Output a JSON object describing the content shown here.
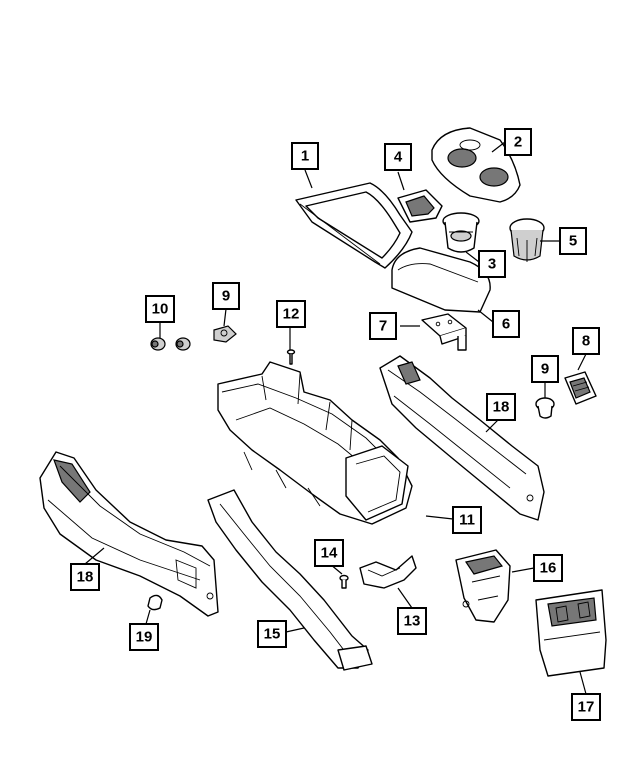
{
  "diagram": {
    "callouts": [
      {
        "id": "c1",
        "label": "1"
      },
      {
        "id": "c2",
        "label": "2"
      },
      {
        "id": "c3",
        "label": "3"
      },
      {
        "id": "c4",
        "label": "4"
      },
      {
        "id": "c5",
        "label": "5"
      },
      {
        "id": "c6",
        "label": "6"
      },
      {
        "id": "c7",
        "label": "7"
      },
      {
        "id": "c8",
        "label": "8"
      },
      {
        "id": "c9a",
        "label": "9"
      },
      {
        "id": "c9b",
        "label": "9"
      },
      {
        "id": "c10",
        "label": "10"
      },
      {
        "id": "c11",
        "label": "11"
      },
      {
        "id": "c12",
        "label": "12"
      },
      {
        "id": "c13",
        "label": "13"
      },
      {
        "id": "c14",
        "label": "14"
      },
      {
        "id": "c15",
        "label": "15"
      },
      {
        "id": "c16",
        "label": "16"
      },
      {
        "id": "c17",
        "label": "17"
      },
      {
        "id": "c18a",
        "label": "18"
      },
      {
        "id": "c18b",
        "label": "18"
      },
      {
        "id": "c19",
        "label": "19"
      }
    ]
  }
}
